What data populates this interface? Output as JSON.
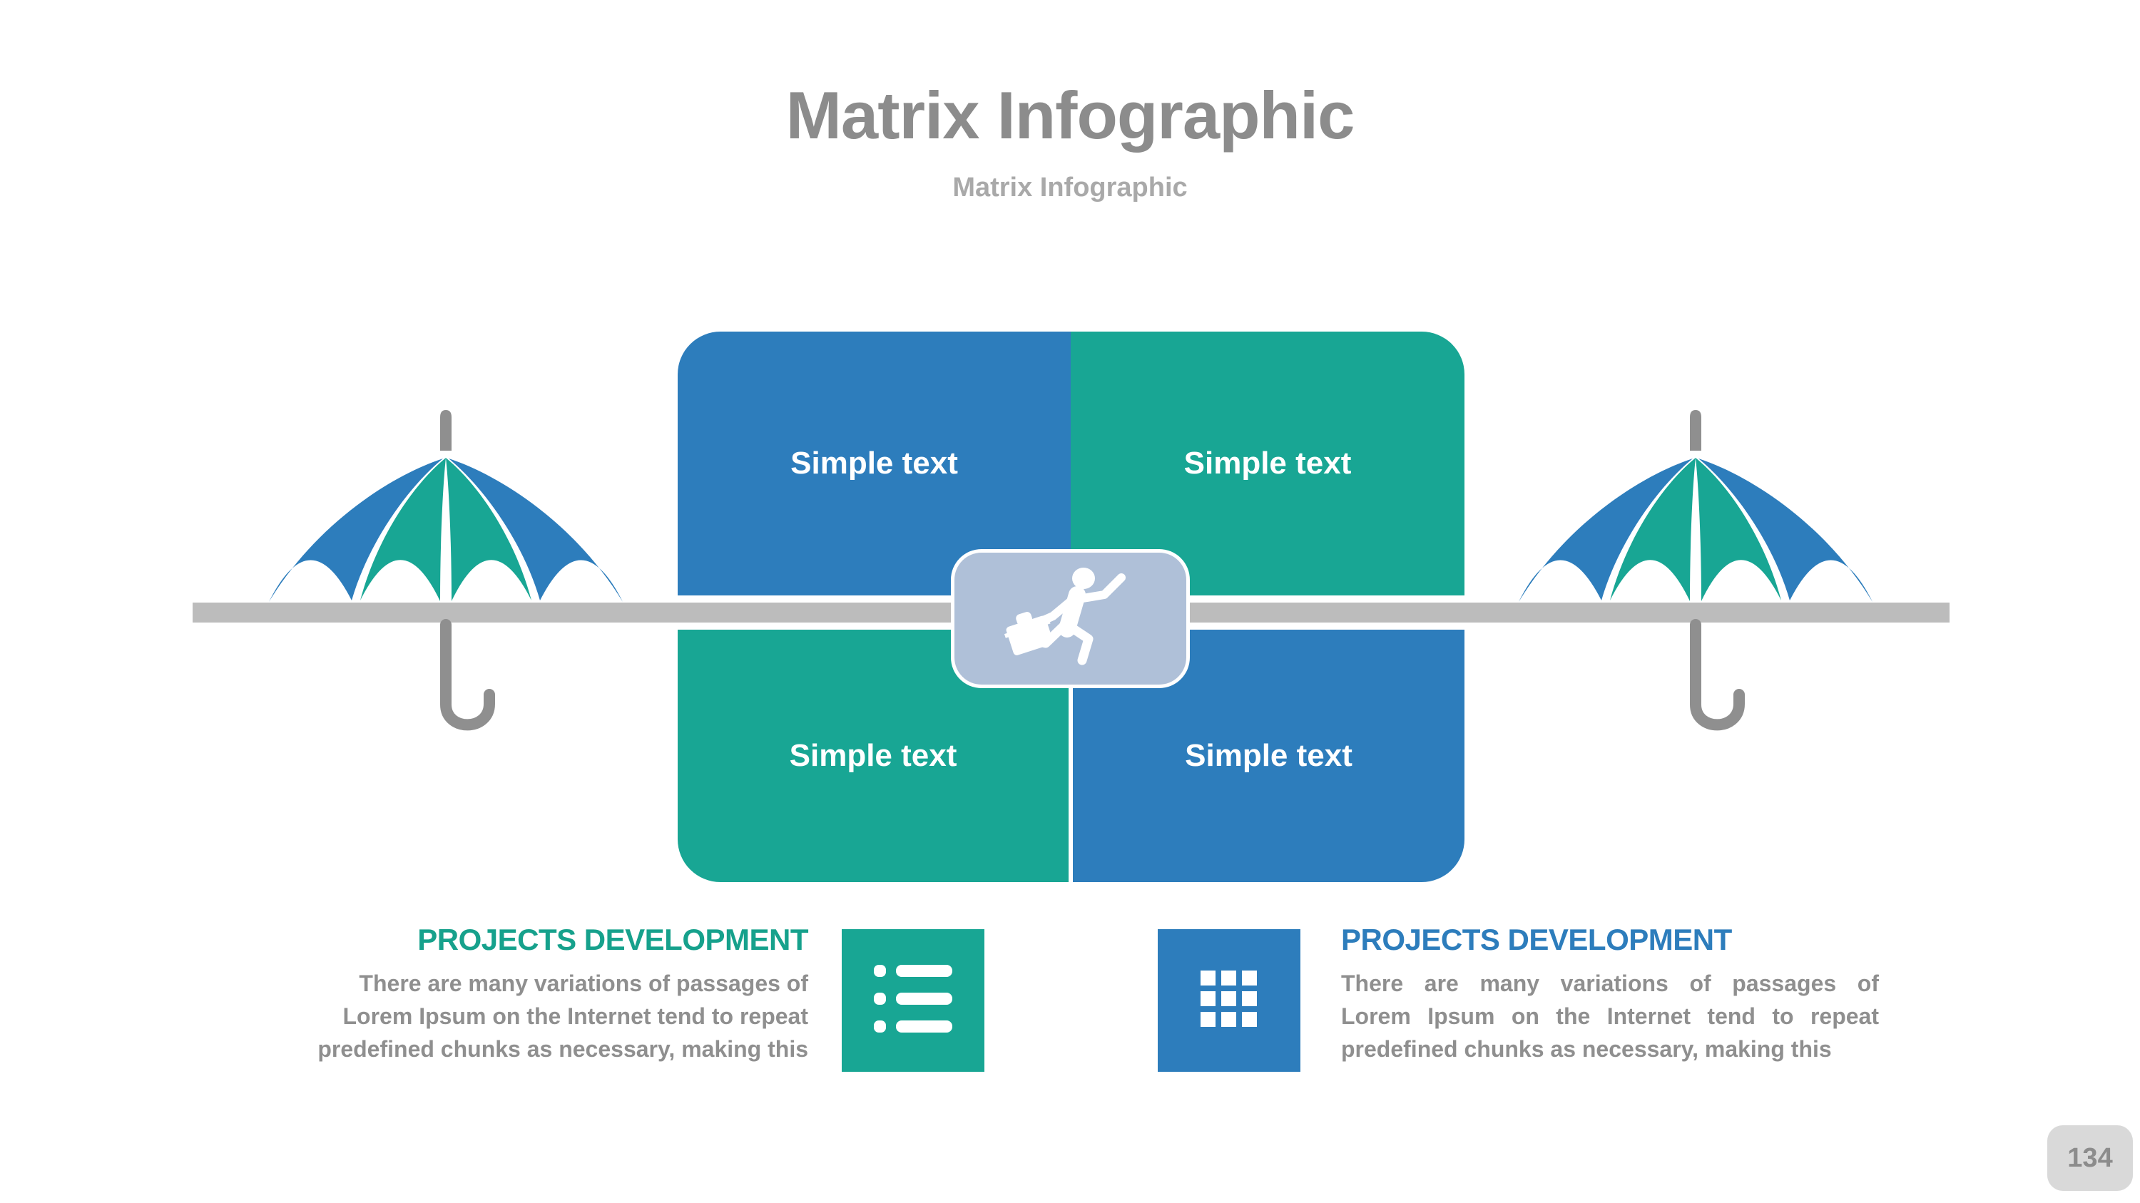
{
  "slide": {
    "title": "Matrix Infographic",
    "subtitle": "Matrix Infographic",
    "page_number": "134"
  },
  "matrix": {
    "cells": [
      {
        "label": "Simple text",
        "position": "top-left",
        "color": "#2d7dbc"
      },
      {
        "label": "Simple text",
        "position": "top-right",
        "color": "#18a694"
      },
      {
        "label": "Simple text",
        "position": "bottom-left",
        "color": "#18a694"
      },
      {
        "label": "Simple text",
        "position": "bottom-right",
        "color": "#2d7dbc"
      }
    ],
    "center_badge": {
      "icon": "running-businessman-icon",
      "color": "#afc0d8"
    }
  },
  "sections": {
    "left": {
      "title": "PROJECTS DEVELOPMENT",
      "title_color": "#16a18c",
      "icon": "list-icon",
      "icon_bg": "#18a694",
      "lines": [
        "There are many variations of passages of",
        "Lorem Ipsum on the Internet tend to repeat",
        "predefined chunks as necessary, making this"
      ]
    },
    "right": {
      "title": "PROJECTS DEVELOPMENT",
      "title_color": "#2d7dbc",
      "icon": "grid-icon",
      "icon_bg": "#2d7dbc",
      "lines": [
        "There are many variations of passages of",
        "Lorem Ipsum on the Internet tend to repeat",
        "predefined chunks as necessary, making this"
      ]
    }
  },
  "decorations": {
    "left_umbrella": "umbrella-icon",
    "right_umbrella": "umbrella-icon",
    "bar_color": "#bcbcbc",
    "umbrella_blue": "#2d7dbc",
    "umbrella_teal": "#18a694",
    "handle_color": "#8f8f8f"
  },
  "colors": {
    "accent_blue": "#2d7dbc",
    "accent_teal": "#18a694",
    "title_gray": "#8c8c8c",
    "subtitle_gray": "#a9a9a9",
    "body_gray": "#8f8f8f",
    "badge_slate": "#afc0d8",
    "bar_gray": "#bcbcbc",
    "pagebox_gray": "#d9d9d9"
  }
}
